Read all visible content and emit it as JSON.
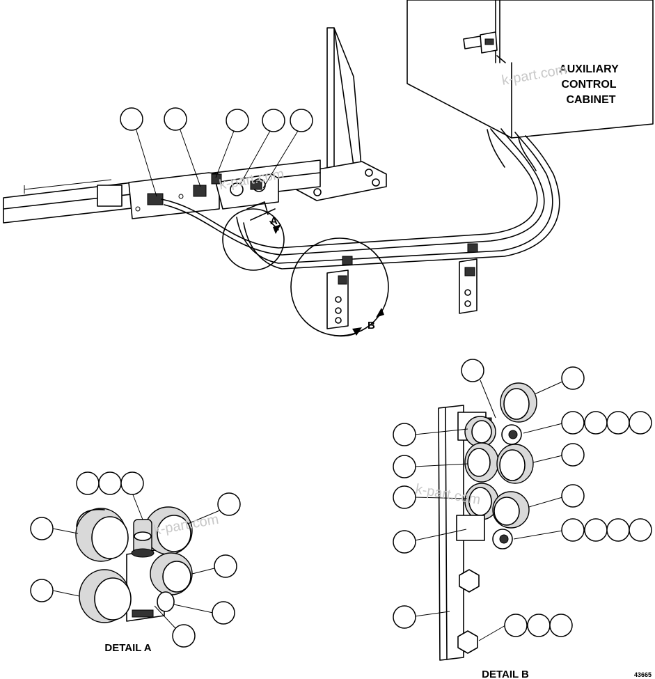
{
  "labels": {
    "cabinet_line1": "AUXILIARY",
    "cabinet_line2": "CONTROL",
    "cabinet_line3": "CABINET",
    "detail_a_marker": "A",
    "detail_b_marker": "B",
    "detail_a_title": "DETAIL A",
    "detail_b_title": "DETAIL B",
    "figure_number": "43665"
  },
  "watermark": "k-part.com",
  "callouts": {
    "main": 5,
    "detail_a": 9,
    "detail_b": 20
  }
}
